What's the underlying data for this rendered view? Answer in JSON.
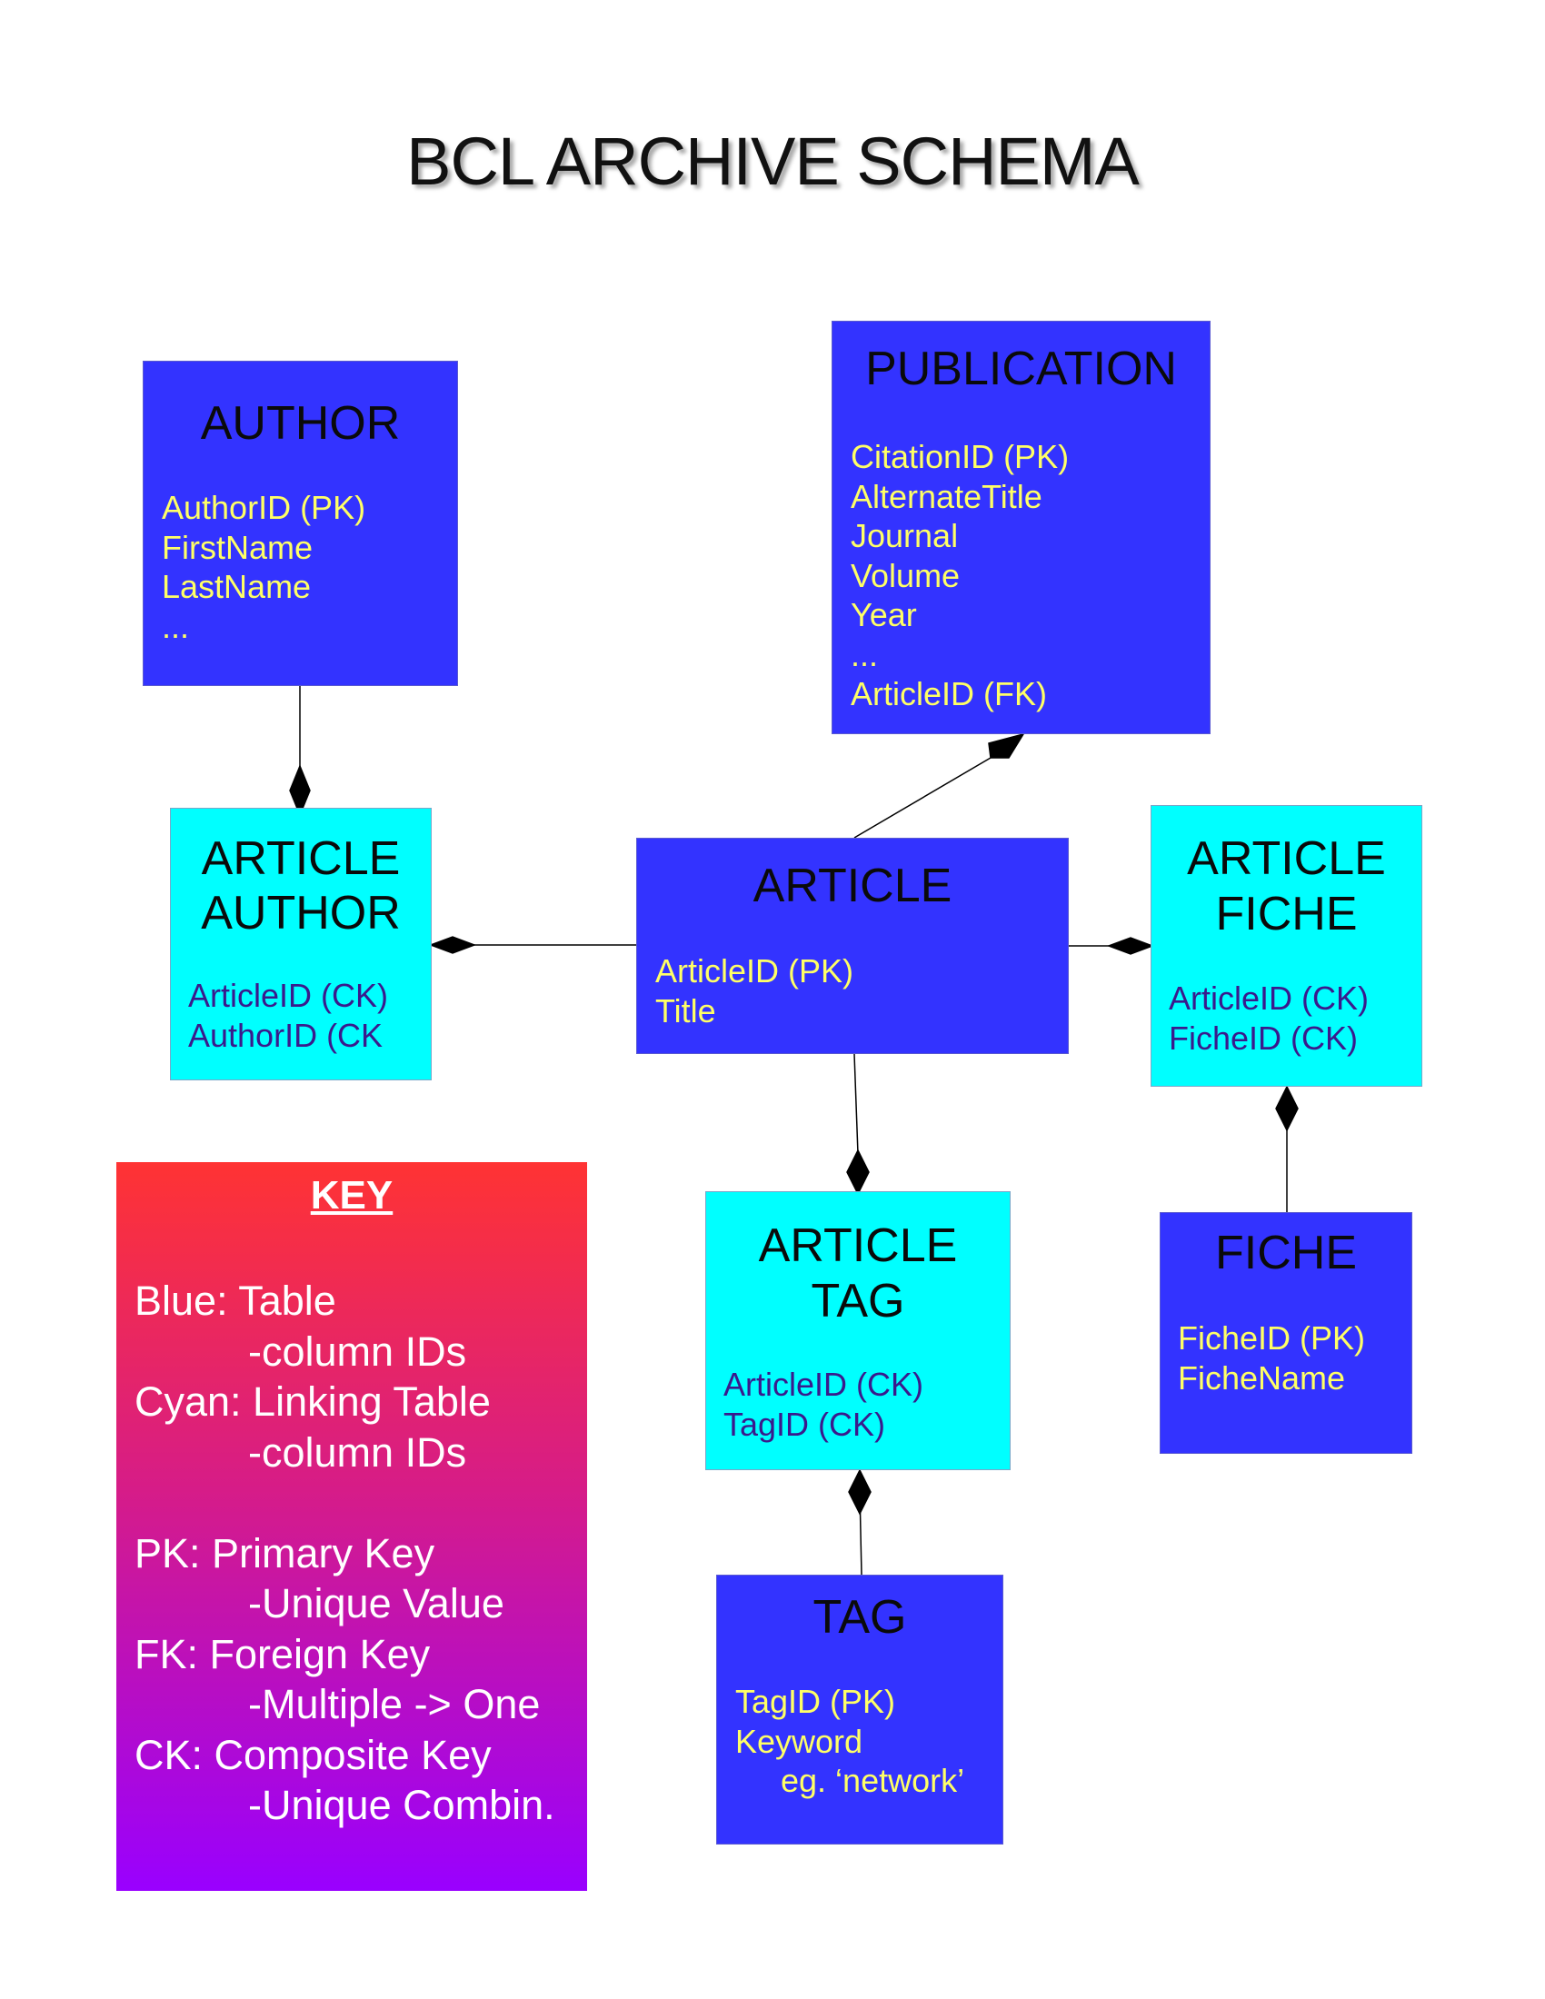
{
  "title": "BCL ARCHIVE SCHEMA",
  "tables": {
    "author": {
      "name": "AUTHOR",
      "fields": [
        "AuthorID (PK)",
        "FirstName",
        "LastName",
        "..."
      ]
    },
    "publication": {
      "name": "PUBLICATION",
      "fields": [
        "CitationID (PK)",
        "AlternateTitle",
        "Journal",
        "Volume",
        "Year",
        "...",
        "ArticleID (FK)"
      ]
    },
    "article": {
      "name": "ARTICLE",
      "fields": [
        "ArticleID (PK)",
        "Title"
      ]
    },
    "fiche": {
      "name": "FICHE",
      "fields": [
        "FicheID (PK)",
        "FicheName"
      ]
    },
    "tag": {
      "name": "TAG",
      "fields": [
        "TagID (PK)",
        "Keyword",
        "     eg. ‘network’"
      ]
    }
  },
  "linking_tables": {
    "article_author": {
      "name_line1": "ARTICLE",
      "name_line2": "AUTHOR",
      "fields": [
        "ArticleID (CK)",
        "AuthorID (CK"
      ]
    },
    "article_fiche": {
      "name_line1": "ARTICLE",
      "name_line2": "FICHE",
      "fields": [
        "ArticleID (CK)",
        "FicheID (CK)"
      ]
    },
    "article_tag": {
      "name_line1": "ARTICLE",
      "name_line2": "TAG",
      "fields": [
        "ArticleID (CK)",
        "TagID (CK)"
      ]
    }
  },
  "key": {
    "heading": "KEY",
    "lines": [
      "Blue: Table",
      "          -column IDs",
      "Cyan: Linking Table",
      "          -column IDs",
      "",
      "PK: Primary Key",
      "          -Unique Value",
      "FK: Foreign Key",
      "          -Multiple -> One",
      "CK: Composite Key",
      "          -Unique Combin."
    ]
  },
  "colors": {
    "table": "#3333ff",
    "linking_table": "#00ffff",
    "table_text": "#ffff66",
    "linking_text": "#3a1a8c",
    "key_gradient_top": "#ff3333",
    "key_gradient_bottom": "#9900ff"
  }
}
